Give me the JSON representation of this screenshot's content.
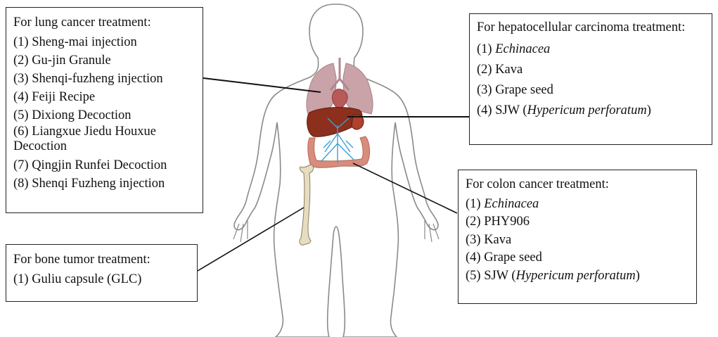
{
  "lung_box": {
    "title": "For lung cancer treatment:",
    "items": [
      "(1) Sheng-mai injection",
      "(2) Gu-jin Granule",
      "(3) Shenqi-fuzheng injection",
      "(4) Feiji Recipe",
      "(5) Dixiong Decoction",
      "(6) Liangxue Jiedu Houxue Decoction",
      "(7) Qingjin Runfei Decoction",
      "(8) Shenqi Fuzheng injection"
    ]
  },
  "liver_box": {
    "title": "For hepatocellular carcinoma treatment:",
    "items": [
      {
        "prefix": "(1) ",
        "italic": "Echinacea",
        "suffix": ""
      },
      {
        "prefix": "(2) Kava",
        "italic": "",
        "suffix": ""
      },
      {
        "prefix": "(3) Grape seed",
        "italic": "",
        "suffix": ""
      },
      {
        "prefix": "(4) SJW (",
        "italic": "Hypericum perforatum",
        "suffix": ")"
      }
    ]
  },
  "colon_box": {
    "title": "For colon cancer treatment:",
    "items": [
      {
        "prefix": "(1) ",
        "italic": "Echinacea",
        "suffix": ""
      },
      {
        "prefix": "(2) PHY906",
        "italic": "",
        "suffix": ""
      },
      {
        "prefix": "(3) Kava",
        "italic": "",
        "suffix": ""
      },
      {
        "prefix": "(4) Grape seed",
        "italic": "",
        "suffix": ""
      },
      {
        "prefix": "(5) SJW (",
        "italic": "Hypericum perforatum",
        "suffix": ")"
      }
    ]
  },
  "bone_box": {
    "title": "For bone tumor treatment:",
    "items": [
      "(1) Guliu capsule (GLC)"
    ]
  },
  "colors": {
    "body_outline": "#8a8a8a",
    "lung": "#c9a3a8",
    "liver": "#8c2f1c",
    "gallbladder": "#b0412b",
    "vessel": "#3aa0d8",
    "colon": "#d88c7c",
    "bone": "#e6dcc0",
    "connector": "#111111"
  }
}
